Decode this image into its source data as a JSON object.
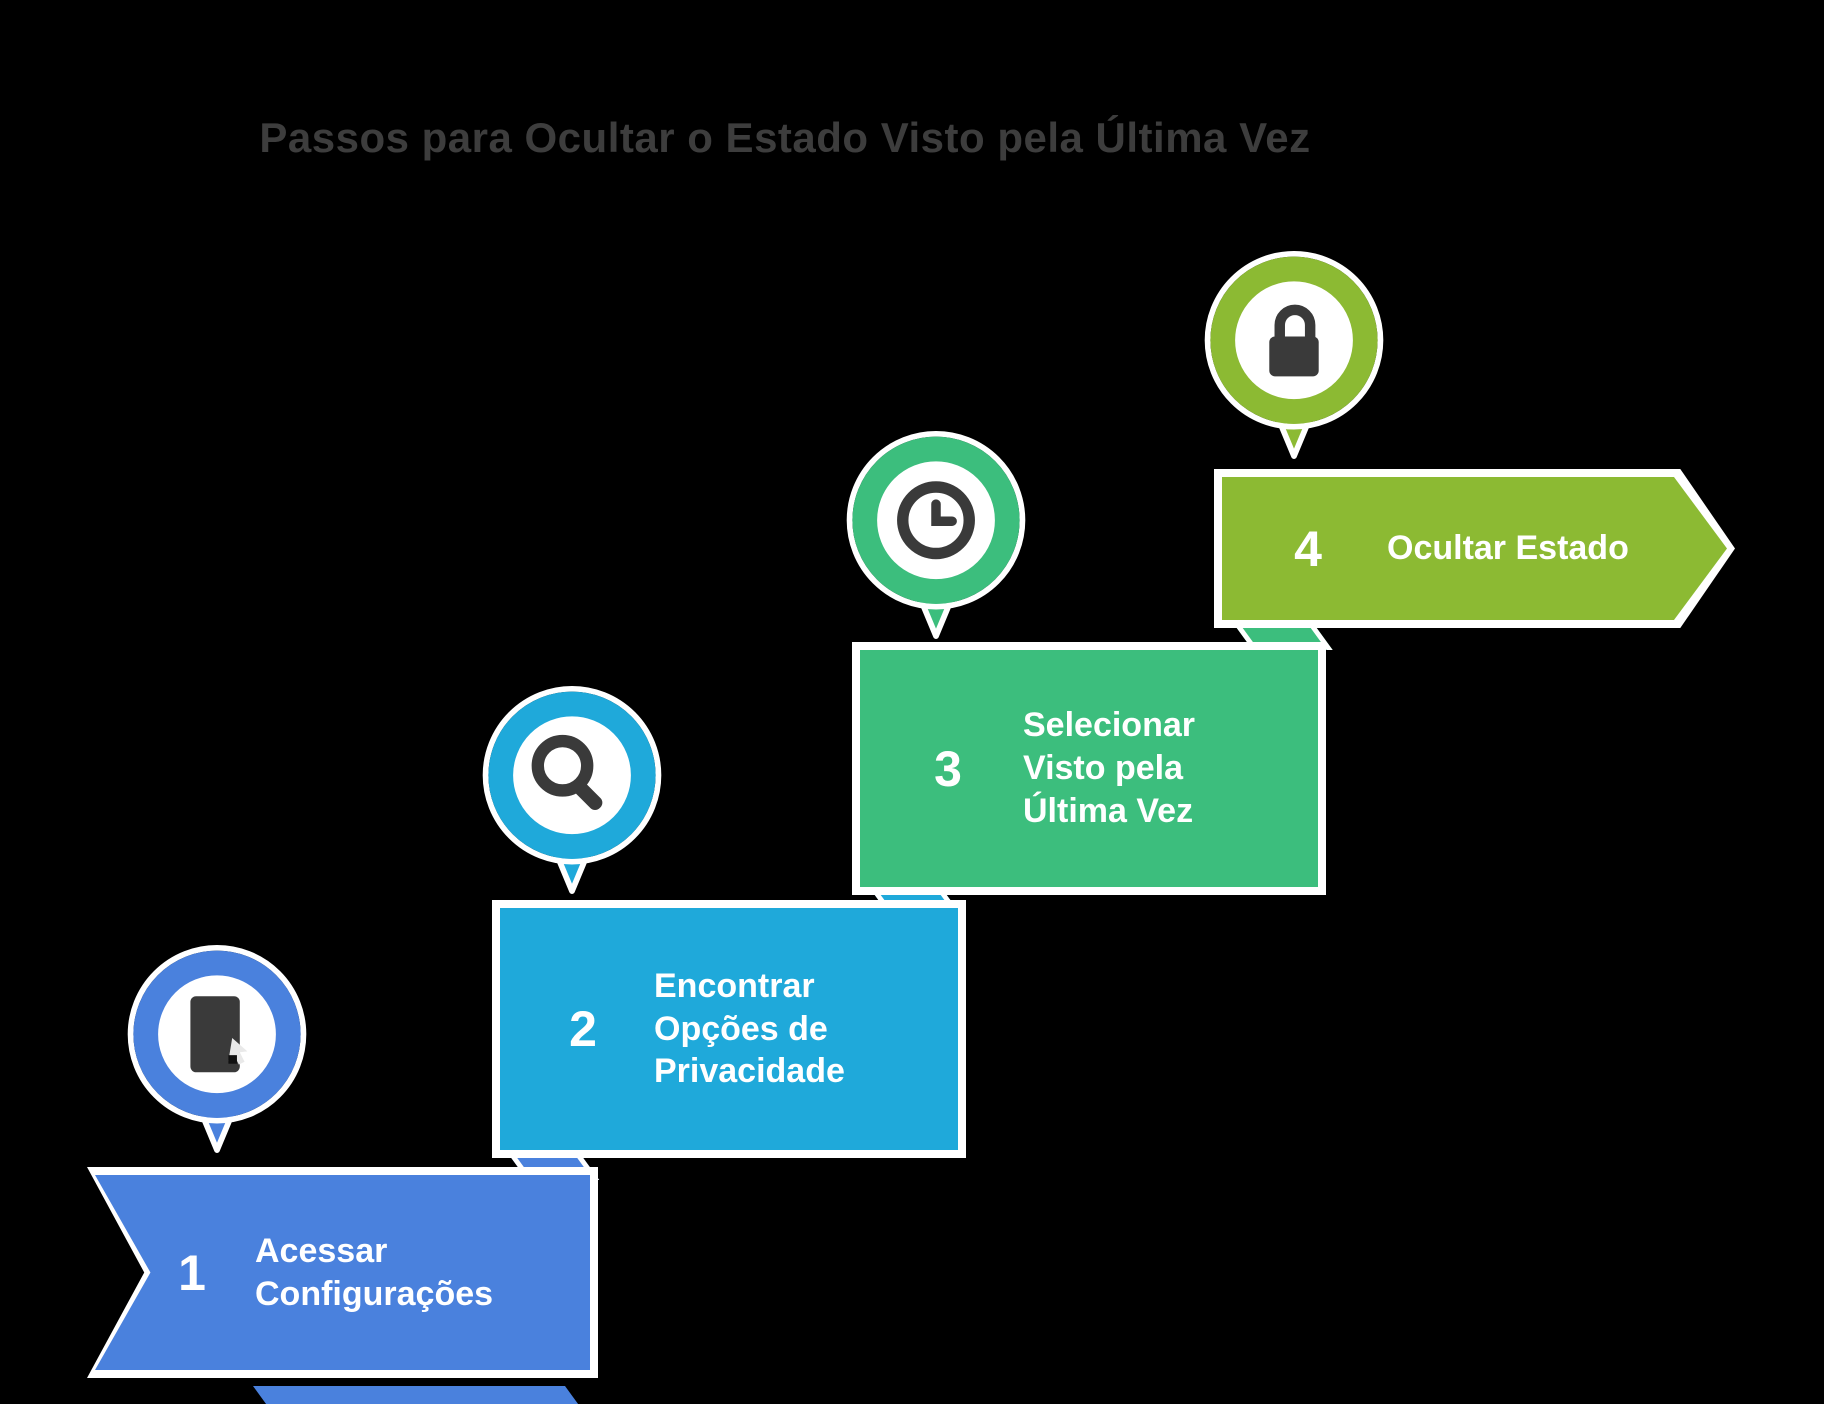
{
  "colors": {
    "background": "#000000",
    "title": "#3d3d3d",
    "step_text": "#ffffff",
    "icon": "#3a3a3a",
    "outline": "#ffffff"
  },
  "title": "Passos para Ocultar o Estado Visto pela Última Vez",
  "steps": [
    {
      "number": "1",
      "label": "Acessar Configurações",
      "color": "#4a81dd",
      "icon": "smartphone-settings-icon"
    },
    {
      "number": "2",
      "label": "Encontrar Opções de Privacidade",
      "color": "#1fa9da",
      "icon": "find-options-icon"
    },
    {
      "number": "3",
      "label": "Selecionar Visto pela Última Vez",
      "color": "#3cbe7d",
      "icon": "last-seen-clock-icon"
    },
    {
      "number": "4",
      "label": "Ocultar Estado",
      "color": "#8cba33",
      "icon": "hide-status-lock-icon"
    }
  ]
}
